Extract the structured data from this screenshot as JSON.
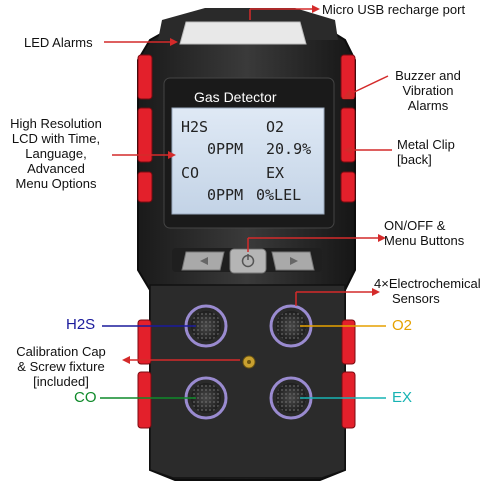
{
  "labels": {
    "usb": "Micro USB recharge port",
    "led": "LED Alarms",
    "buzzer": [
      "Buzzer and",
      "Vibration",
      "Alarms"
    ],
    "lcd": [
      "High Resolution",
      "LCD with Time,",
      "Language,",
      "Advanced",
      "Menu Options"
    ],
    "clip": [
      "Metal Clip",
      "[back]"
    ],
    "buttons": [
      "ON/OFF &",
      "Menu Buttons"
    ],
    "sensors": [
      "4×Electrochemical",
      "Sensors"
    ],
    "cap": [
      "Calibration Cap",
      "& Screw fixture",
      "[included]"
    ]
  },
  "device": {
    "title": "Gas Detector",
    "lcd_rows": [
      {
        "left": "H2S",
        "right": "O2"
      },
      {
        "left": "0PPM",
        "right": "20.9%"
      },
      {
        "left": "CO",
        "right": "EX"
      },
      {
        "left": "0PPM",
        "right": "0%LEL"
      }
    ]
  },
  "sensors": {
    "h2s": {
      "label": "H2S",
      "color": "#1a1a9c"
    },
    "o2": {
      "label": "O2",
      "color": "#e6a100"
    },
    "co": {
      "label": "CO",
      "color": "#0f8a2a"
    },
    "ex": {
      "label": "EX",
      "color": "#17b3b3"
    }
  },
  "colors": {
    "arrow": "#d42a2a",
    "accent_red": "#e3202b"
  }
}
